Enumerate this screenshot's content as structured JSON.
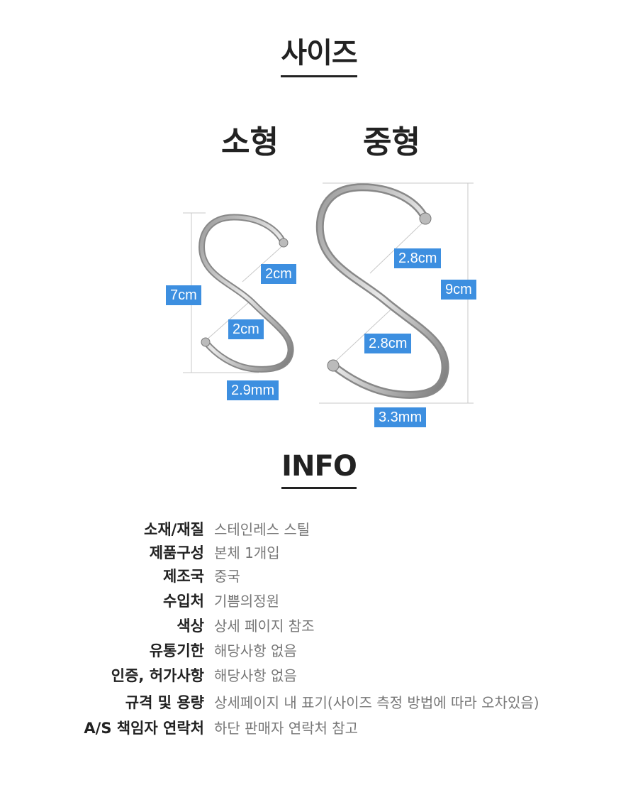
{
  "size_section": {
    "title": "사이즈",
    "small_label": "소형",
    "medium_label": "중형",
    "small_dims": {
      "height": "7cm",
      "upper_gap": "2cm",
      "lower_gap": "2cm",
      "thickness": "2.9mm"
    },
    "medium_dims": {
      "height": "9cm",
      "upper_gap": "2.8cm",
      "lower_gap": "2.8cm",
      "thickness": "3.3mm"
    },
    "dim_color": "#3d8fe0"
  },
  "info_section": {
    "title": "INFO",
    "rows": [
      {
        "key": "소재/재질",
        "value": "스테인레스 스틸"
      },
      {
        "key": "제품구성",
        "value": "본체 1개입"
      },
      {
        "key": "제조국",
        "value": "중국"
      },
      {
        "key": "수입처",
        "value": "기쁨의정원"
      },
      {
        "key": "색상",
        "value": "상세 페이지 참조"
      },
      {
        "key": "유통기한",
        "value": "해당사항 없음"
      },
      {
        "key": "인증, 허가사항",
        "value": "해당사항 없음"
      },
      {
        "key": "규격 및 용량",
        "value": "상세페이지 내 표기(사이즈 측정 방법에 따라 오차있음)"
      },
      {
        "key": "A/S 책임자 연락처",
        "value": "하단 판매자 연락처 참고"
      }
    ]
  }
}
